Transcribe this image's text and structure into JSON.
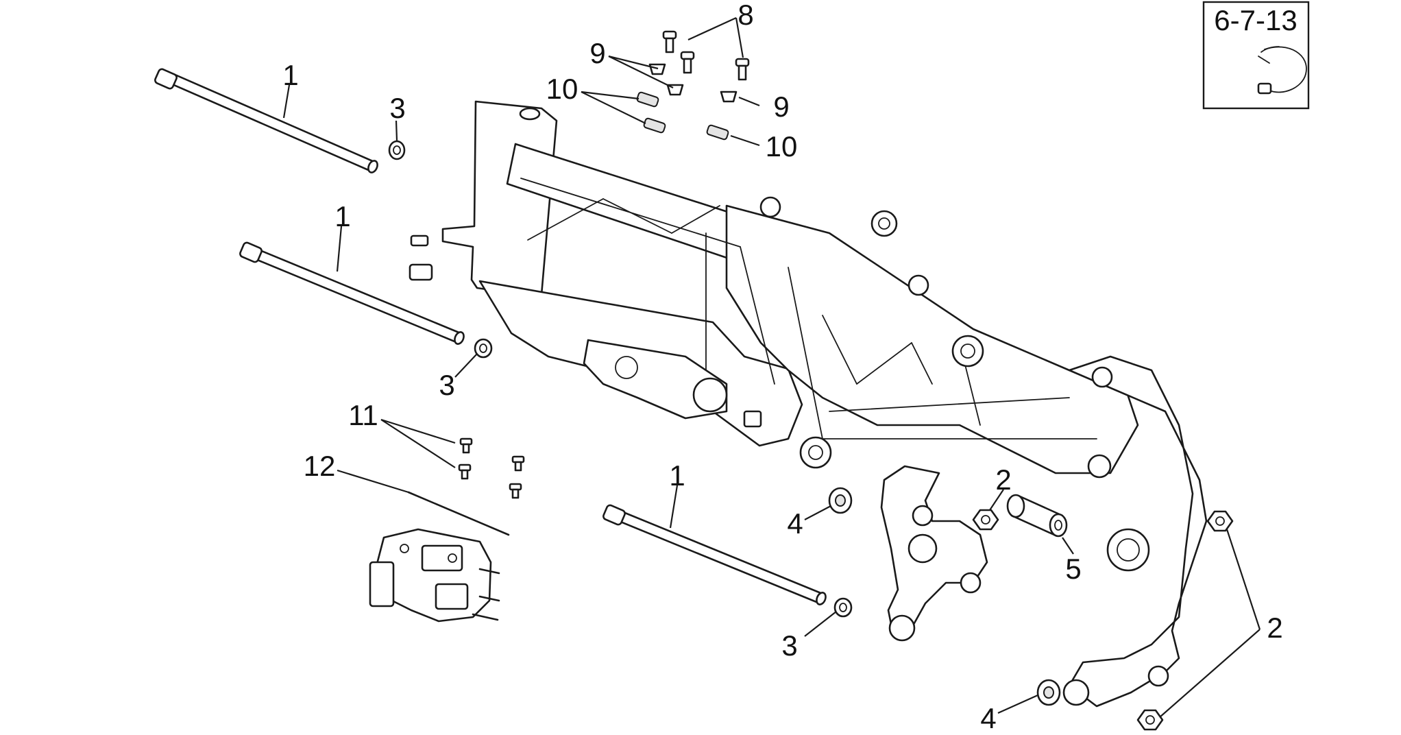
{
  "reference_box": {
    "label": "6-7-13",
    "icon": "hose-clamp-icon"
  },
  "callouts": {
    "c1a": "1",
    "c1b": "1",
    "c1c": "1",
    "c2a": "2",
    "c2b": "2",
    "c3a": "3",
    "c3b": "3",
    "c3c": "3",
    "c4a": "4",
    "c4b": "4",
    "c5": "5",
    "c8": "8",
    "c9a": "9",
    "c9b": "9",
    "c10a": "10",
    "c10b": "10",
    "c11": "11",
    "c12": "12"
  },
  "colors": {
    "line": "#1a1a1a",
    "background": "#ffffff",
    "shade": "#e4e4e4"
  },
  "parts": {
    "frame": "frame-icon",
    "pin": "pin-bolt-icon",
    "washer": "washer-icon",
    "nut": "flange-nut-icon",
    "spacer": "spacer-bushing-icon",
    "screw": "screw-icon",
    "insert": "rubber-insert-icon",
    "plug_fitting": "plug-fitting-icon",
    "wire": "wire-icon",
    "bracket": "connector-bracket-icon"
  }
}
